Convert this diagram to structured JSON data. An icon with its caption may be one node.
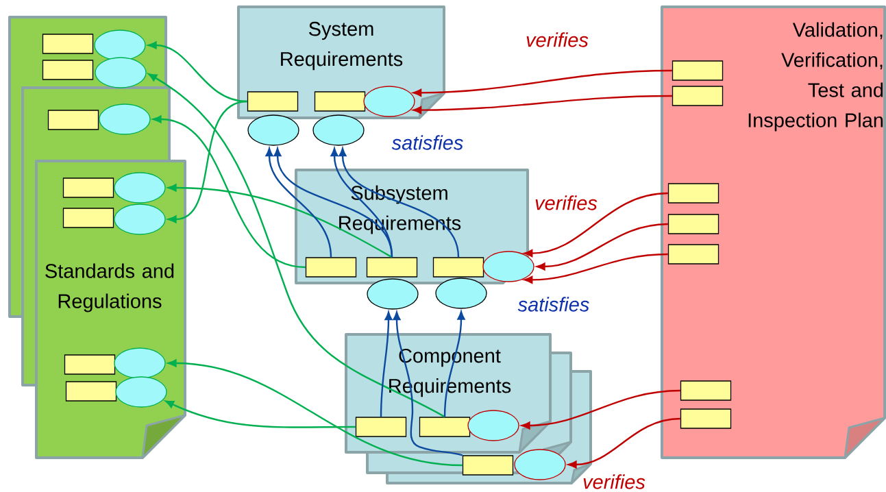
{
  "diagram": {
    "nodes": [
      {
        "text": [
          "Standards and Regulations"
        ]
      },
      {
        "text": [],
        "shape": "box",
        "in": 0
      },
      {
        "text": [],
        "shape": "ellipse",
        "in": 0
      },
      {
        "text": [],
        "shape": "box",
        "in": 0
      },
      {
        "text": [],
        "shape": "ellipse",
        "in": 0
      },
      {
        "text": [],
        "shape": "box",
        "in": 0
      },
      {
        "text": [],
        "shape": "ellipse",
        "in": 0
      },
      {
        "text": [],
        "shape": "box",
        "in": 0
      },
      {
        "text": [],
        "shape": "ellipse",
        "in": 0
      },
      {
        "text": [],
        "shape": "box",
        "in": 0
      },
      {
        "text": [],
        "shape": "ellipse",
        "in": 0
      },
      {
        "text": [],
        "shape": "box",
        "in": 0
      },
      {
        "text": [],
        "shape": "ellipse",
        "in": 0
      },
      {
        "text": [],
        "shape": "box",
        "in": 0
      },
      {
        "text": [],
        "shape": "ellipse",
        "in": 0
      },
      {
        "text": [
          "System Requirements"
        ]
      },
      {
        "text": [],
        "shape": "box",
        "in": 15
      },
      {
        "text": [],
        "shape": "box",
        "in": 15
      },
      {
        "text": [],
        "shape": "ellipse",
        "in": 15
      },
      {
        "text": [],
        "shape": "ellipse"
      },
      {
        "text": [],
        "shape": "ellipse"
      },
      {
        "text": [
          "Subsystem Requirements"
        ]
      },
      {
        "text": [],
        "shape": "box",
        "in": 21
      },
      {
        "text": [],
        "shape": "box",
        "in": 21
      },
      {
        "text": [],
        "shape": "box",
        "in": 21
      },
      {
        "text": [],
        "shape": "ellipse"
      },
      {
        "text": [],
        "shape": "ellipse"
      },
      {
        "text": [],
        "shape": "ellipse"
      },
      {
        "text": [
          "Component Requirements"
        ]
      },
      {
        "text": [],
        "shape": "box",
        "in": 28
      },
      {
        "text": [],
        "shape": "box",
        "in": 28
      },
      {
        "text": [],
        "shape": "ellipse",
        "in": 28
      },
      {
        "text": [],
        "shape": "box",
        "in": 28
      },
      {
        "text": [],
        "shape": "ellipse",
        "in": 28
      },
      {
        "text": [
          "Validation, Verification, Test and Inspection Plan"
        ]
      },
      {
        "text": [],
        "shape": "box",
        "in": 34
      },
      {
        "text": [],
        "shape": "box",
        "in": 34
      },
      {
        "text": [],
        "shape": "box",
        "in": 34
      },
      {
        "text": [],
        "shape": "box",
        "in": 34
      },
      {
        "text": [],
        "shape": "box",
        "in": 34
      },
      {
        "text": [],
        "shape": "box",
        "in": 34
      },
      {
        "text": [],
        "shape": "box",
        "in": 34
      }
    ],
    "edges": [
      {
        "from": 16,
        "to": 2,
        "arrow": "to",
        "color": "#00b050"
      },
      {
        "from": 16,
        "to": 10,
        "arrow": "to",
        "color": "#00b050"
      },
      {
        "from": 22,
        "to": 6,
        "arrow": "to",
        "color": "#00b050"
      },
      {
        "from": 23,
        "to": 8,
        "arrow": "to",
        "color": "#00b050"
      },
      {
        "from": 30,
        "to": 4,
        "arrow": "to",
        "color": "#00b050"
      },
      {
        "from": 32,
        "to": 12,
        "arrow": "to",
        "color": "#00b050"
      },
      {
        "from": 29,
        "to": 14,
        "arrow": "to",
        "color": "#00b050"
      },
      {
        "from": 22,
        "to": 19,
        "arrow": "to",
        "color": "#0b4a9e"
      },
      {
        "from": 23,
        "to": 19,
        "arrow": "to",
        "color": "#0b4a9e"
      },
      {
        "from": 23,
        "to": 20,
        "arrow": "to",
        "color": "#0b4a9e"
      },
      {
        "from": 24,
        "to": 20,
        "arrow": "to",
        "color": "#0b4a9e"
      },
      {
        "from": 29,
        "to": 26,
        "arrow": "to",
        "color": "#0b4a9e"
      },
      {
        "from": 32,
        "to": 26,
        "arrow": "to",
        "color": "#0b4a9e"
      },
      {
        "from": 30,
        "to": 27,
        "arrow": "to",
        "color": "#0b4a9e"
      },
      {
        "from": 35,
        "to": 18,
        "arrow": "to",
        "color": "#c00000"
      },
      {
        "from": 36,
        "to": 18,
        "arrow": "to",
        "color": "#c00000"
      },
      {
        "from": 37,
        "to": 25,
        "arrow": "to",
        "color": "#c00000"
      },
      {
        "from": 38,
        "to": 25,
        "arrow": "to",
        "color": "#c00000"
      },
      {
        "from": 39,
        "to": 25,
        "arrow": "to",
        "color": "#c00000"
      },
      {
        "from": 40,
        "to": 31,
        "arrow": "to",
        "color": "#c00000"
      },
      {
        "from": 41,
        "to": 33,
        "arrow": "to",
        "color": "#c00000"
      }
    ],
    "labels": [
      "verifies",
      "satisfies",
      "verifies",
      "satisfies",
      "verifies"
    ]
  }
}
